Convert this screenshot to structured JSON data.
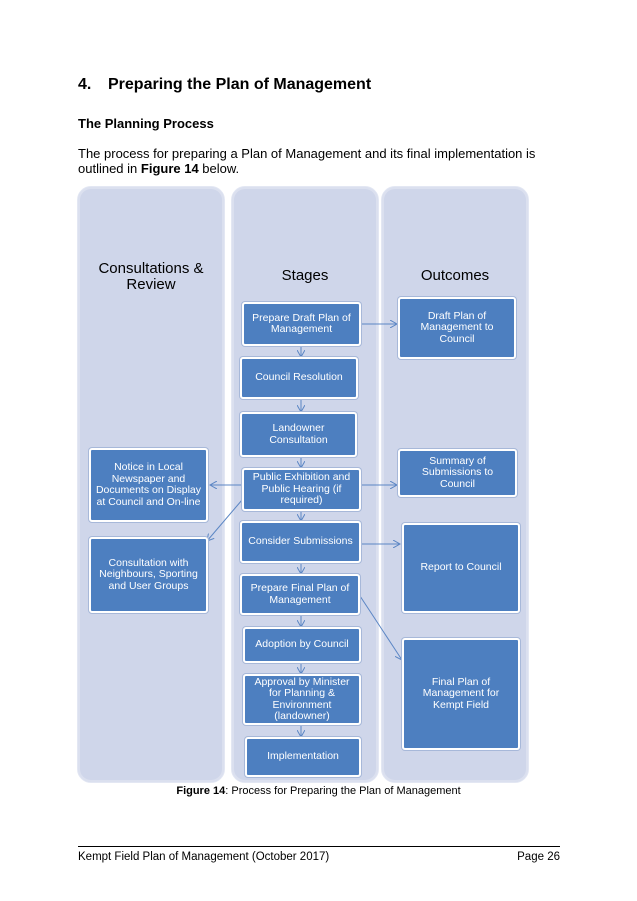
{
  "section": {
    "number": "4.",
    "title": "Preparing the Plan of Management"
  },
  "subheading": "The Planning Process",
  "intro": {
    "text_before": "The process for preparing a Plan of Management and its final implementation is outlined in ",
    "figure_ref": "Figure 14",
    "text_after": " below."
  },
  "diagram": {
    "columns": {
      "consultations": "Consultations & Review",
      "stages": "Stages",
      "outcomes": "Outcomes"
    },
    "stages": [
      "Prepare Draft Plan of Management",
      "Council Resolution",
      "Landowner Consultation",
      "Public Exhibition and Public Hearing (if required)",
      "Consider Submissions",
      "Prepare Final Plan of Management",
      "Adoption by Council",
      "Approval by Minister for Planning & Environment (landowner)",
      "Implementation"
    ],
    "consultations": [
      "Notice in Local Newspaper and Documents on Display at Council and On-line",
      "Consultation with Neighbours, Sporting and User Groups"
    ],
    "outcomes": [
      "Draft Plan of Management to Council",
      "Summary of Submissions to Council",
      "Report to Council",
      "Final Plan of Management for Kempt Field"
    ],
    "colors": {
      "box": "#4d7fc0",
      "column": "#cfd6ea",
      "arrow": "#5b86c4"
    }
  },
  "caption": {
    "label": "Figure 14",
    "text": ": Process for Preparing the Plan of Management"
  },
  "footer": {
    "left": "Kempt Field Plan of Management (October 2017)",
    "right": "Page 26"
  }
}
